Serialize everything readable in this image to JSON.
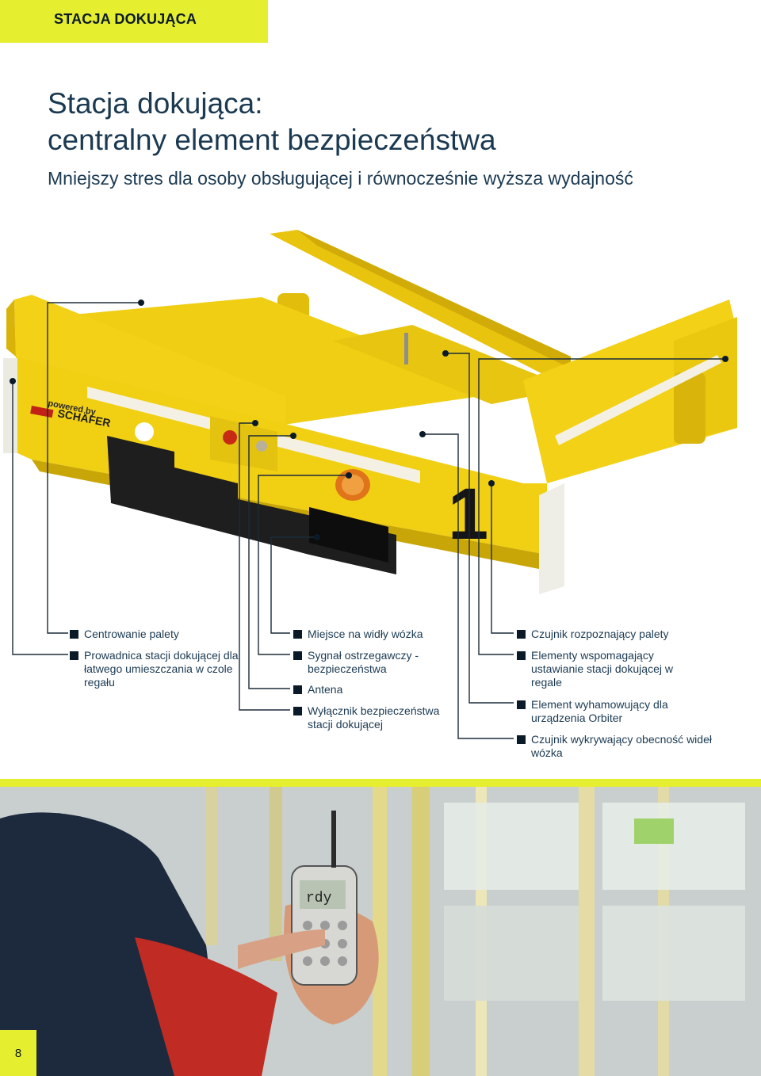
{
  "header": {
    "section": "STACJA DOKUJĄCA"
  },
  "title": {
    "line1": "Stacja dokująca:",
    "line2": "centralny element bezpieczeństwa"
  },
  "subtitle": "Mniejszy stres dla osoby obsługującej i równocześnie wyższa  wydajność",
  "illustration": {
    "brand_line1": "powered by",
    "brand_line2": "SCHÄFER",
    "station_number": "1"
  },
  "labels": {
    "col1": [
      "Centrowanie palety",
      "Prowadnica stacji dokującej dla łatwego umieszczania w czole regału"
    ],
    "col2": [
      "Miejsce na widły wózka",
      "Sygnał ostrzegawczy - bezpieczeństwa",
      "Antena",
      "Wyłącznik bezpieczeństwa stacji dokującej"
    ],
    "col3": [
      "Czujnik rozpoznający palety",
      "Elementy wspomagający ustawianie stacji dokującej w regale",
      "Element wyhamowujący dla urządzenia Orbiter",
      "Czujnik wykrywający obecność wideł wózka"
    ]
  },
  "remote": {
    "display": "rdy"
  },
  "page_number": "8",
  "colors": {
    "accent": "#e5ee2f",
    "text": "#1b3a52",
    "station": "#f2cf10"
  }
}
